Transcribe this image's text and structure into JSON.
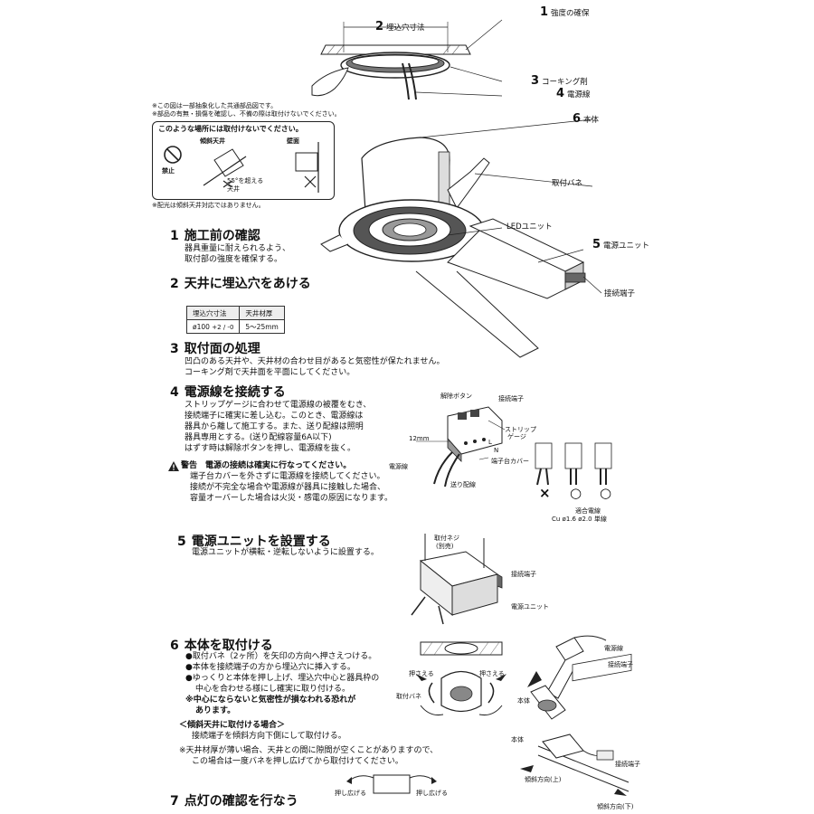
{
  "top": {
    "bury_dim_num": "2",
    "bury_dim_label": "埋込穴寸法",
    "label1_num": "1",
    "label1_text": "強度の確保",
    "label3_num": "3",
    "label3_text": "コーキング剤",
    "label4_num": "4",
    "label4_text": "電源線",
    "label6_num": "6",
    "label6_text": "本体",
    "spring_label": "取付バネ",
    "led_label": "LEDユニット",
    "label5_num": "5",
    "label5_text": "電源ユニット",
    "terminal_label": "接続端子",
    "note1": "※この図は一部抽象化した共通部品図です。",
    "note2": "※部品の有無・損傷を確認し、不備の際は取付けないでください。"
  },
  "warn_box": {
    "title": "このような場所には取付けないでください。",
    "sloped": "傾斜天井",
    "wall": "壁面",
    "prohibit": "禁止",
    "angle": "55°を超える",
    "angle2": "天井",
    "footnote": "※配光は傾斜天井対応ではありません。"
  },
  "s1": {
    "num": "1",
    "title": "施工前の確認",
    "l1": "器具重量に耐えられるよう、",
    "l2": "取付部の強度を確保する。"
  },
  "s2": {
    "num": "2",
    "title": "天井に埋込穴をあける",
    "th1": "埋込穴寸法",
    "th2": "天井材厚",
    "td1": "ø100",
    "td1_tol": "+2 / -0",
    "td2": "5〜25mm"
  },
  "s3": {
    "num": "3",
    "title": "取付面の処理",
    "l1": "凹凸のある天井や、天井材の合わせ目があると気密性が保たれません。",
    "l2": "コーキング剤で天井面を平面にしてください。"
  },
  "s4": {
    "num": "4",
    "title": "電源線を接続する",
    "l1": "ストリップゲージに合わせて電源線の被覆をむき、",
    "l2": "接続端子に確実に差し込む。このとき、電源線は",
    "l3": "器具から離して施工する。また、送り配線は照明",
    "l4": "器具専用とする。(送り配線容量6A以下)",
    "l5": "はずす時は解除ボタンを押し、電源線を抜く。",
    "warn_title": "警告　電源の接続は確実に行なってください。",
    "w1": "端子台カバーを外さずに電源線を接続してください。",
    "w2": "接続が不完全な場合や電源線が器具に接触した場合、",
    "w3": "容量オーバーした場合は火災・感電の原因になります。",
    "release": "解除ボタン",
    "terminal": "接続端子",
    "strip": "ストリップ",
    "gauge": "ゲージ",
    "mm": "12mm",
    "L": "L",
    "N": "N",
    "cover": "端子台カバー",
    "power_wire": "電源線",
    "feed_wire": "送り配線",
    "x_mark": "×",
    "o_mark1": "○",
    "o_mark2": "○",
    "wire_spec1": "適合電線",
    "wire_spec2": "Cu ø1.6 ø2.0 単線"
  },
  "s5": {
    "num": "5",
    "title": "電源ユニットを設置する",
    "l1": "電源ユニットが横転・逆転しないように設置する。",
    "screw": "取付ネジ",
    "screw2": "(別売)",
    "terminal": "接続端子",
    "unit": "電源ユニット"
  },
  "s6": {
    "num": "6",
    "title": "本体を取付ける",
    "l1": "●取付バネ（2ヶ所）を矢印の方向へ押さえつける。",
    "l2": "●本体を接続端子の方から埋込穴に挿入する。",
    "l3": "●ゆっくりと本体を押し上げ、埋込穴中心と器具枠の",
    "l4": "中心を合わせる様にし確実に取り付ける。",
    "l5": "※中心にならないと気密性が損なわれる恐れが",
    "l6": "あります。",
    "sub_title": "＜傾斜天井に取付ける場合＞",
    "sub_l1": "接続端子を傾斜方向下側にして取付ける。",
    "n1": "※天井材厚が薄い場合、天井との間に隙間が空くことがありますので、",
    "n2": "この場合は一度バネを押し広げてから取付けてください。",
    "press_l": "押さえる",
    "press_r": "押さえる",
    "spring": "取付バネ",
    "push_l": "押し広げる",
    "push_r": "押し広げる",
    "power_wire": "電源線",
    "terminal1": "接続端子",
    "body1": "本体",
    "body2": "本体",
    "terminal2": "接続端子",
    "slope_up": "傾斜方向(上)",
    "slope_down": "傾斜方向(下)"
  },
  "s7": {
    "num": "7",
    "title": "点灯の確認を行なう"
  }
}
